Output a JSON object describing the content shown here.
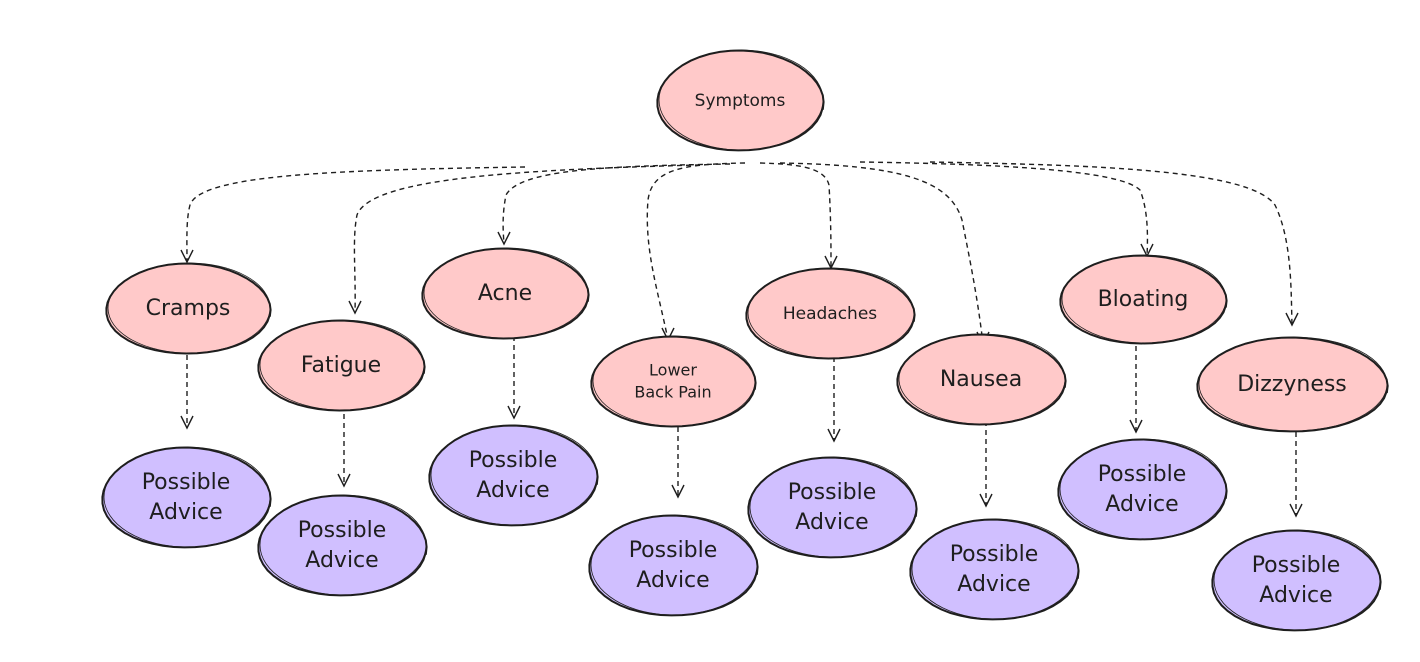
{
  "diagram": {
    "top_text": "",
    "root": {
      "label_lines": [
        "Symptoms"
      ],
      "fill": "#ffc9c9"
    },
    "symptoms": [
      {
        "id": "cramps",
        "label_lines": [
          "Cramps"
        ],
        "advice_lines": [
          "Possible",
          "Advice"
        ]
      },
      {
        "id": "fatigue",
        "label_lines": [
          "Fatigue"
        ],
        "advice_lines": [
          "Possible",
          "Advice"
        ]
      },
      {
        "id": "acne",
        "label_lines": [
          "Acne"
        ],
        "advice_lines": [
          "Possible",
          "Advice"
        ]
      },
      {
        "id": "lower-back-pain",
        "label_lines": [
          "Lower",
          "Back Pain"
        ],
        "advice_lines": [
          "Possible",
          "Advice"
        ]
      },
      {
        "id": "headaches",
        "label_lines": [
          "Headaches"
        ],
        "advice_lines": [
          "Possible",
          "Advice"
        ]
      },
      {
        "id": "nausea",
        "label_lines": [
          "Nausea"
        ],
        "advice_lines": [
          "Possible",
          "Advice"
        ]
      },
      {
        "id": "bloating",
        "label_lines": [
          "Bloating"
        ],
        "advice_lines": [
          "Possible",
          "Advice"
        ]
      },
      {
        "id": "dizzyness",
        "label_lines": [
          "Dizzyness"
        ],
        "advice_lines": [
          "Possible",
          "Advice"
        ]
      }
    ],
    "colors": {
      "symptom_fill": "#ffc9c9",
      "advice_fill": "#d0bfff",
      "stroke": "#1e1e1e"
    }
  }
}
